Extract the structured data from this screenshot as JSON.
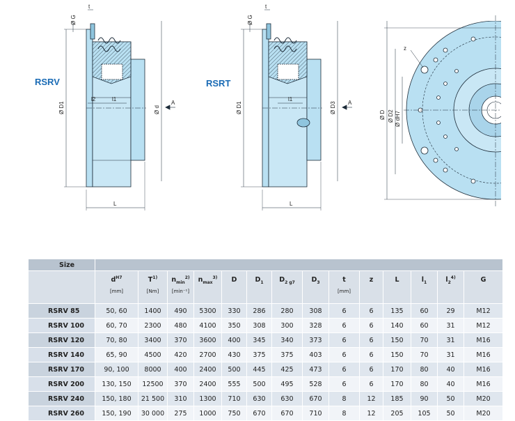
{
  "drawings": {
    "left_title": "RSRV",
    "middle_title": "RSRT",
    "left_dims": {
      "g": "Ø G",
      "t": "t",
      "d1": "Ø D1",
      "d": "Ø d",
      "l2": "l2",
      "l1": "l1",
      "l": "L",
      "a": "A"
    },
    "middle_dims": {
      "g": "Ø G",
      "t": "t",
      "d1": "Ø D1",
      "d3": "Ø D3",
      "l1": "l1",
      "l": "L",
      "a": "A"
    },
    "right_dims": {
      "z": "z",
      "d": "Ø D",
      "d2": "Ø D2",
      "dh7": "Ø dH7"
    }
  },
  "table": {
    "size_header": "Size",
    "columns": [
      {
        "sym": "d",
        "sup": "H7",
        "sub": "",
        "unit": "[mm]"
      },
      {
        "sym": "T",
        "sup": "1)",
        "sub": "",
        "unit": "[Nm]"
      },
      {
        "sym": "n",
        "sup": "2)",
        "sub": "min",
        "unit": "[min⁻¹]"
      },
      {
        "sym": "n",
        "sup": "3)",
        "sub": "max",
        "unit": ""
      },
      {
        "sym": "D",
        "sup": "",
        "sub": "",
        "unit": ""
      },
      {
        "sym": "D",
        "sup": "",
        "sub": "1",
        "unit": ""
      },
      {
        "sym": "D",
        "sup": "",
        "sub": "2 g7",
        "unit": ""
      },
      {
        "sym": "D",
        "sup": "",
        "sub": "3",
        "unit": ""
      },
      {
        "sym": "t",
        "sup": "",
        "sub": "",
        "unit": "[mm]"
      },
      {
        "sym": "z",
        "sup": "",
        "sub": "",
        "unit": ""
      },
      {
        "sym": "L",
        "sup": "",
        "sub": "",
        "unit": ""
      },
      {
        "sym": "l",
        "sup": "",
        "sub": "1",
        "unit": ""
      },
      {
        "sym": "l",
        "sup": "4)",
        "sub": "2",
        "unit": ""
      },
      {
        "sym": "G",
        "sup": "",
        "sub": "",
        "unit": ""
      }
    ],
    "rows": [
      {
        "size": "RSRV  85",
        "values": [
          "50, 60",
          "1400",
          "490",
          "5300",
          "330",
          "286",
          "280",
          "308",
          "6",
          "6",
          "135",
          "60",
          "29",
          "M12"
        ]
      },
      {
        "size": "RSRV 100",
        "values": [
          "60, 70",
          "2300",
          "480",
          "4100",
          "350",
          "308",
          "300",
          "328",
          "6",
          "6",
          "140",
          "60",
          "31",
          "M12"
        ]
      },
      {
        "size": "RSRV 120",
        "values": [
          "70, 80",
          "3400",
          "370",
          "3600",
          "400",
          "345",
          "340",
          "373",
          "6",
          "6",
          "150",
          "70",
          "31",
          "M16"
        ]
      },
      {
        "size": "RSRV 140",
        "values": [
          "65, 90",
          "4500",
          "420",
          "2700",
          "430",
          "375",
          "375",
          "403",
          "6",
          "6",
          "150",
          "70",
          "31",
          "M16"
        ]
      },
      {
        "size": "RSRV 170",
        "values": [
          "90, 100",
          "8000",
          "400",
          "2400",
          "500",
          "445",
          "425",
          "473",
          "6",
          "6",
          "170",
          "80",
          "40",
          "M16"
        ]
      },
      {
        "size": "RSRV 200",
        "values": [
          "130, 150",
          "12500",
          "370",
          "2400",
          "555",
          "500",
          "495",
          "528",
          "6",
          "6",
          "170",
          "80",
          "40",
          "M16"
        ]
      },
      {
        "size": "RSRV 240",
        "values": [
          "150, 180",
          "21 500",
          "310",
          "1300",
          "710",
          "630",
          "630",
          "670",
          "8",
          "12",
          "185",
          "90",
          "50",
          "M20"
        ]
      },
      {
        "size": "RSRV 260",
        "values": [
          "150, 190",
          "30 000",
          "275",
          "1000",
          "750",
          "670",
          "670",
          "710",
          "8",
          "12",
          "205",
          "105",
          "50",
          "M20"
        ]
      }
    ]
  },
  "colors": {
    "body_fill": "#b9e0f2",
    "body_dark": "#8fc5de",
    "outline": "#1c2b38",
    "label_blue": "#1a6bb5",
    "table_header": "#b8c3cf"
  }
}
